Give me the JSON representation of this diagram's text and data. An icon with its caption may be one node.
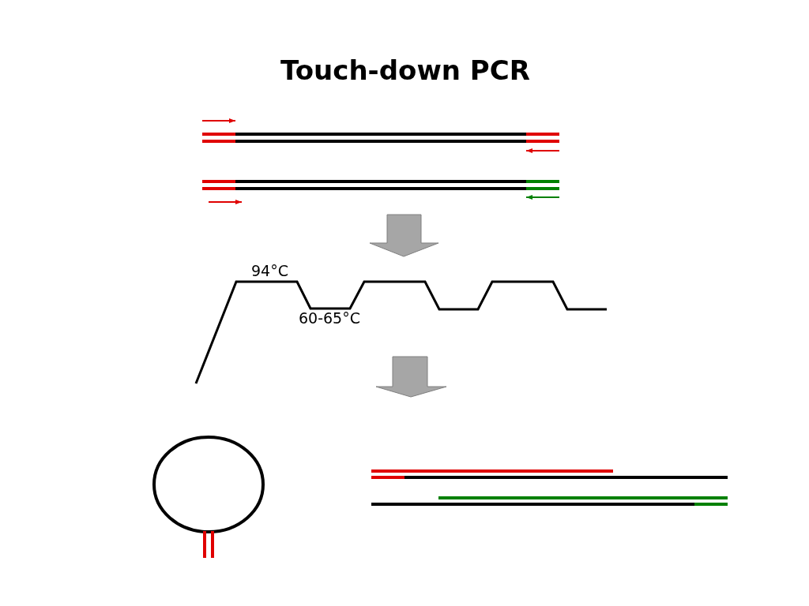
{
  "diagram": {
    "title": "Touch-down PCR",
    "labels": [
      "94°C",
      "60-65°C"
    ]
  }
}
